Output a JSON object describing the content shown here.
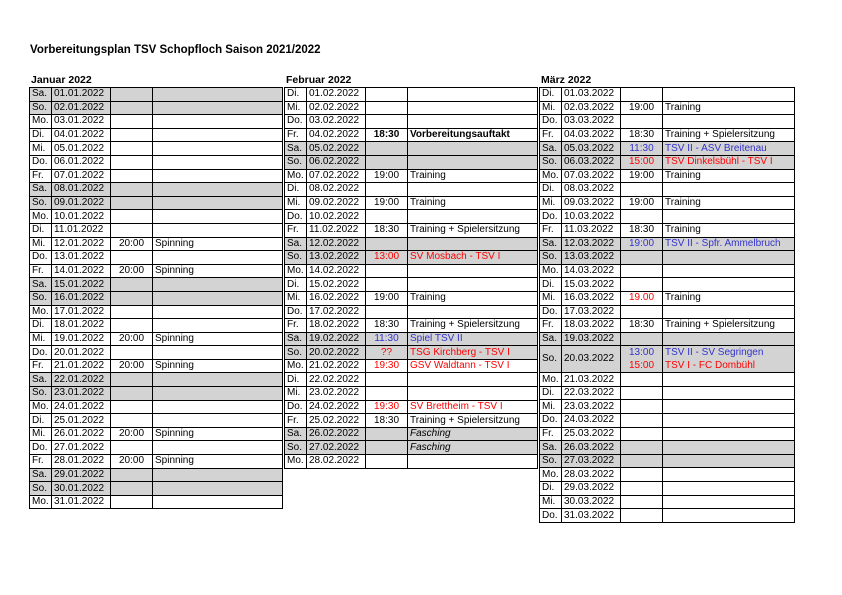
{
  "title": "Vorbereitungsplan TSV Schopfloch Saison 2021/2022",
  "months": [
    {
      "name": "Januar 2022",
      "rows": [
        {
          "wd": "Sa.",
          "date": "01.01.2022",
          "time": "",
          "event": "",
          "we": true
        },
        {
          "wd": "So.",
          "date": "02.01.2022",
          "time": "",
          "event": "",
          "we": true
        },
        {
          "wd": "Mo.",
          "date": "03.01.2022",
          "time": "",
          "event": ""
        },
        {
          "wd": "Di.",
          "date": "04.01.2022",
          "time": "",
          "event": ""
        },
        {
          "wd": "Mi.",
          "date": "05.01.2022",
          "time": "",
          "event": ""
        },
        {
          "wd": "Do.",
          "date": "06.01.2022",
          "time": "",
          "event": ""
        },
        {
          "wd": "Fr.",
          "date": "07.01.2022",
          "time": "",
          "event": ""
        },
        {
          "wd": "Sa.",
          "date": "08.01.2022",
          "time": "",
          "event": "",
          "we": true
        },
        {
          "wd": "So.",
          "date": "09.01.2022",
          "time": "",
          "event": "",
          "we": true
        },
        {
          "wd": "Mo.",
          "date": "10.01.2022",
          "time": "",
          "event": ""
        },
        {
          "wd": "Di.",
          "date": "11.01.2022",
          "time": "",
          "event": ""
        },
        {
          "wd": "Mi.",
          "date": "12.01.2022",
          "time": "20:00",
          "event": "Spinning"
        },
        {
          "wd": "Do.",
          "date": "13.01.2022",
          "time": "",
          "event": ""
        },
        {
          "wd": "Fr.",
          "date": "14.01.2022",
          "time": "20:00",
          "event": "Spinning"
        },
        {
          "wd": "Sa.",
          "date": "15.01.2022",
          "time": "",
          "event": "",
          "we": true
        },
        {
          "wd": "So.",
          "date": "16.01.2022",
          "time": "",
          "event": "",
          "we": true
        },
        {
          "wd": "Mo.",
          "date": "17.01.2022",
          "time": "",
          "event": ""
        },
        {
          "wd": "Di.",
          "date": "18.01.2022",
          "time": "",
          "event": ""
        },
        {
          "wd": "Mi.",
          "date": "19.01.2022",
          "time": "20:00",
          "event": "Spinning"
        },
        {
          "wd": "Do.",
          "date": "20.01.2022",
          "time": "",
          "event": ""
        },
        {
          "wd": "Fr.",
          "date": "21.01.2022",
          "time": "20:00",
          "event": "Spinning"
        },
        {
          "wd": "Sa.",
          "date": "22.01.2022",
          "time": "",
          "event": "",
          "we": true
        },
        {
          "wd": "So.",
          "date": "23.01.2022",
          "time": "",
          "event": "",
          "we": true
        },
        {
          "wd": "Mo.",
          "date": "24.01.2022",
          "time": "",
          "event": ""
        },
        {
          "wd": "Di.",
          "date": "25.01.2022",
          "time": "",
          "event": ""
        },
        {
          "wd": "Mi.",
          "date": "26.01.2022",
          "time": "20:00",
          "event": "Spinning"
        },
        {
          "wd": "Do.",
          "date": "27.01.2022",
          "time": "",
          "event": ""
        },
        {
          "wd": "Fr.",
          "date": "28.01.2022",
          "time": "20:00",
          "event": "Spinning"
        },
        {
          "wd": "Sa.",
          "date": "29.01.2022",
          "time": "",
          "event": "",
          "we": true
        },
        {
          "wd": "So.",
          "date": "30.01.2022",
          "time": "",
          "event": "",
          "we": true
        },
        {
          "wd": "Mo.",
          "date": "31.01.2022",
          "time": "",
          "event": ""
        }
      ]
    },
    {
      "name": "Februar 2022",
      "rows": [
        {
          "wd": "Di.",
          "date": "01.02.2022",
          "time": "",
          "event": ""
        },
        {
          "wd": "Mi.",
          "date": "02.02.2022",
          "time": "",
          "event": ""
        },
        {
          "wd": "Do.",
          "date": "03.02.2022",
          "time": "",
          "event": ""
        },
        {
          "wd": "Fr.",
          "date": "04.02.2022",
          "time": "18:30",
          "event": "Vorbereitungsauftakt",
          "bold": true
        },
        {
          "wd": "Sa.",
          "date": "05.02.2022",
          "time": "",
          "event": "",
          "we": true
        },
        {
          "wd": "So.",
          "date": "06.02.2022",
          "time": "",
          "event": "",
          "we": true
        },
        {
          "wd": "Mo.",
          "date": "07.02.2022",
          "time": "19:00",
          "event": "Training"
        },
        {
          "wd": "Di.",
          "date": "08.02.2022",
          "time": "",
          "event": ""
        },
        {
          "wd": "Mi.",
          "date": "09.02.2022",
          "time": "19:00",
          "event": "Training"
        },
        {
          "wd": "Do.",
          "date": "10.02.2022",
          "time": "",
          "event": ""
        },
        {
          "wd": "Fr.",
          "date": "11.02.2022",
          "time": "18:30",
          "event": "Training + Spielersitzung"
        },
        {
          "wd": "Sa.",
          "date": "12.02.2022",
          "time": "",
          "event": "",
          "we": true
        },
        {
          "wd": "So.",
          "date": "13.02.2022",
          "time": "13:00",
          "event": "SV Mosbach - TSV I",
          "we": true,
          "color": "red"
        },
        {
          "wd": "Mo.",
          "date": "14.02.2022",
          "time": "",
          "event": ""
        },
        {
          "wd": "Di.",
          "date": "15.02.2022",
          "time": "",
          "event": ""
        },
        {
          "wd": "Mi.",
          "date": "16.02.2022",
          "time": "19:00",
          "event": "Training"
        },
        {
          "wd": "Do.",
          "date": "17.02.2022",
          "time": "",
          "event": ""
        },
        {
          "wd": "Fr.",
          "date": "18.02.2022",
          "time": "18:30",
          "event": "Training + Spielersitzung"
        },
        {
          "wd": "Sa.",
          "date": "19.02.2022",
          "time": "11:30",
          "event": "Spiel TSV II",
          "we": true,
          "color": "blue"
        },
        {
          "wd": "So.",
          "date": "20.02.2022",
          "time": "??",
          "event": "TSG Kirchberg - TSV I",
          "we": true,
          "color": "red"
        },
        {
          "wd": "Mo.",
          "date": "21.02.2022",
          "time": "19:30",
          "event": "GSV Waldtann - TSV I",
          "color": "red"
        },
        {
          "wd": "Di.",
          "date": "22.02.2022",
          "time": "",
          "event": ""
        },
        {
          "wd": "Mi.",
          "date": "23.02.2022",
          "time": "",
          "event": ""
        },
        {
          "wd": "Do.",
          "date": "24.02.2022",
          "time": "19:30",
          "event": "SV Brettheim - TSV I",
          "color": "red"
        },
        {
          "wd": "Fr.",
          "date": "25.02.2022",
          "time": "18:30",
          "event": "Training + Spielersitzung"
        },
        {
          "wd": "Sa.",
          "date": "26.02.2022",
          "time": "",
          "event": "Fasching",
          "we": true,
          "italic": true
        },
        {
          "wd": "So.",
          "date": "27.02.2022",
          "time": "",
          "event": "Fasching",
          "we": true,
          "italic": true
        },
        {
          "wd": "Mo.",
          "date": "28.02.2022",
          "time": "",
          "event": ""
        }
      ]
    },
    {
      "name": "März 2022",
      "rows": [
        {
          "wd": "Di.",
          "date": "01.03.2022",
          "time": "",
          "event": ""
        },
        {
          "wd": "Mi.",
          "date": "02.03.2022",
          "time": "19:00",
          "event": "Training"
        },
        {
          "wd": "Do.",
          "date": "03.03.2022",
          "time": "",
          "event": ""
        },
        {
          "wd": "Fr.",
          "date": "04.03.2022",
          "time": "18:30",
          "event": "Training + Spielersitzung"
        },
        {
          "wd": "Sa.",
          "date": "05.03.2022",
          "time": "11:30",
          "event": "TSV II - ASV Breitenau",
          "we": true,
          "color": "blue"
        },
        {
          "wd": "So.",
          "date": "06.03.2022",
          "time": "15:00",
          "event": "TSV Dinkelsbühl - TSV I",
          "we": true,
          "color": "red"
        },
        {
          "wd": "Mo.",
          "date": "07.03.2022",
          "time": "19:00",
          "event": "Training"
        },
        {
          "wd": "Di.",
          "date": "08.03.2022",
          "time": "",
          "event": ""
        },
        {
          "wd": "Mi.",
          "date": "09.03.2022",
          "time": "19:00",
          "event": "Training"
        },
        {
          "wd": "Do.",
          "date": "10.03.2022",
          "time": "",
          "event": ""
        },
        {
          "wd": "Fr.",
          "date": "11.03.2022",
          "time": "18:30",
          "event": "Training"
        },
        {
          "wd": "Sa.",
          "date": "12.03.2022",
          "time": "19:00",
          "event": "TSV II - Spfr. Ammelbruch",
          "we": true,
          "color": "blue"
        },
        {
          "wd": "So.",
          "date": "13.03.2022",
          "time": "",
          "event": "",
          "we": true
        },
        {
          "wd": "Mo.",
          "date": "14.03.2022",
          "time": "",
          "event": ""
        },
        {
          "wd": "Di.",
          "date": "15.03.2022",
          "time": "",
          "event": ""
        },
        {
          "wd": "Mi.",
          "date": "16.03.2022",
          "time": "19.00",
          "event": "Training",
          "timecolor": "red"
        },
        {
          "wd": "Do.",
          "date": "17.03.2022",
          "time": "",
          "event": ""
        },
        {
          "wd": "Fr.",
          "date": "18.03.2022",
          "time": "18:30",
          "event": "Training + Spielersitzung"
        },
        {
          "wd": "Sa.",
          "date": "19.03.2022",
          "time": "",
          "event": "",
          "we": true
        },
        {
          "wd": "So.",
          "date": "20.03.2022",
          "time": "13:00",
          "event": "TSV II - SV Segringen",
          "time2": "15:00",
          "event2": "TSV I - FC Dombühl",
          "we": true,
          "double": true
        },
        {
          "wd": "Mo.",
          "date": "21.03.2022",
          "time": "",
          "event": ""
        },
        {
          "wd": "Di.",
          "date": "22.03.2022",
          "time": "",
          "event": ""
        },
        {
          "wd": "Mi.",
          "date": "23.03.2022",
          "time": "",
          "event": ""
        },
        {
          "wd": "Do.",
          "date": "24.03.2022",
          "time": "",
          "event": ""
        },
        {
          "wd": "Fr.",
          "date": "25.03.2022",
          "time": "",
          "event": ""
        },
        {
          "wd": "Sa.",
          "date": "26.03.2022",
          "time": "",
          "event": "",
          "we": true
        },
        {
          "wd": "So.",
          "date": "27.03.2022",
          "time": "",
          "event": "",
          "we": true
        },
        {
          "wd": "Mo.",
          "date": "28.03.2022",
          "time": "",
          "event": ""
        },
        {
          "wd": "Di.",
          "date": "29.03.2022",
          "time": "",
          "event": ""
        },
        {
          "wd": "Mi.",
          "date": "30.03.2022",
          "time": "",
          "event": ""
        },
        {
          "wd": "Do.",
          "date": "31.03.2022",
          "time": "",
          "event": ""
        }
      ]
    }
  ]
}
